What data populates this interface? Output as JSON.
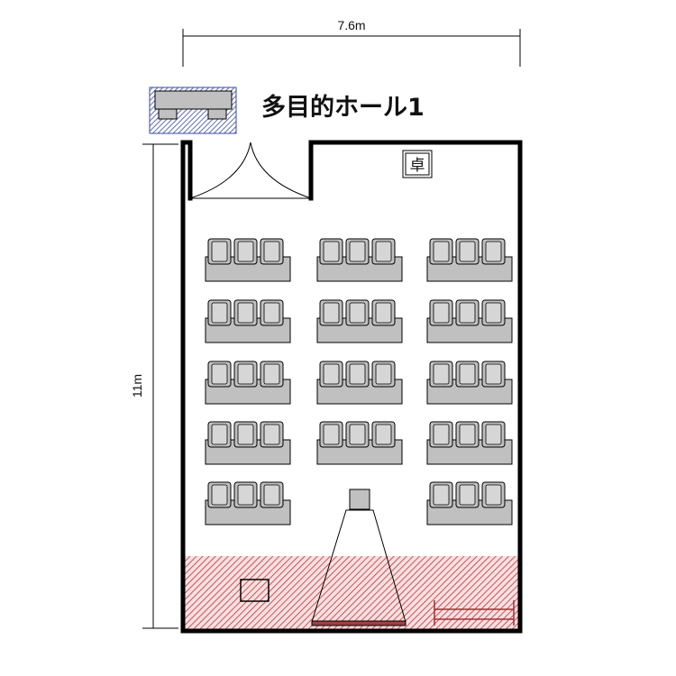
{
  "title": "多目的ホール1",
  "dimensions": {
    "width_label": "7.6m",
    "height_label": "11m"
  },
  "desk_label": "卓",
  "seating": {
    "rows": 5,
    "blocks_per_row": 3,
    "seats_per_block": 3,
    "missing_block": {
      "row": 5,
      "block": 2
    }
  },
  "colors": {
    "wall": "#000000",
    "seat_fill": "#c0c0c0",
    "stage_hatch": "#c0303a",
    "stage_bg": "#f8e0e0",
    "storage_hatch": "#3a4aa8"
  }
}
